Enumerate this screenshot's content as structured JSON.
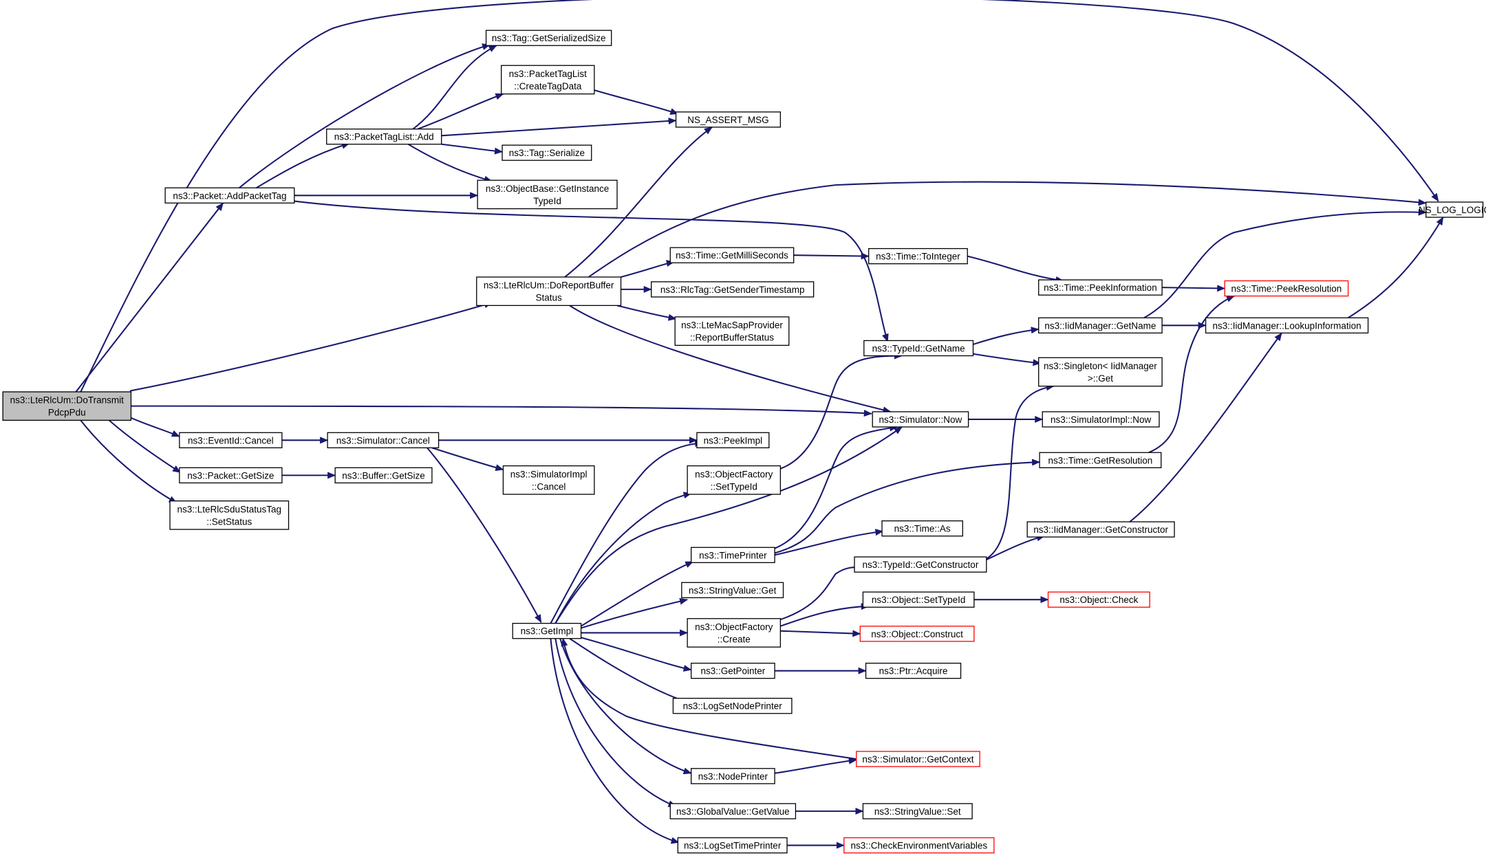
{
  "diagram": {
    "colors": {
      "edge": "#191970",
      "root_fill": "#bfbfbf",
      "node_fill": "#ffffff",
      "node_border": "#000000",
      "truncated_border": "#ff0000"
    },
    "nodes": [
      {
        "id": "root",
        "lines": [
          "ns3::LteRlcUm::DoTransmit",
          "PdcpPdu"
        ],
        "kind": "root"
      },
      {
        "id": "addpackettag",
        "lines": [
          "ns3::Packet::AddPacketTag"
        ]
      },
      {
        "id": "tag_getser",
        "lines": [
          "ns3::Tag::GetSerializedSize"
        ]
      },
      {
        "id": "ptl_create",
        "lines": [
          "ns3::PacketTagList",
          "::CreateTagData"
        ]
      },
      {
        "id": "ptl_add",
        "lines": [
          "ns3::PacketTagList::Add"
        ]
      },
      {
        "id": "ns_assert",
        "lines": [
          "NS_ASSERT_MSG"
        ]
      },
      {
        "id": "tag_serialize",
        "lines": [
          "ns3::Tag::Serialize"
        ]
      },
      {
        "id": "objbase_get",
        "lines": [
          "ns3::ObjectBase::GetInstance",
          "TypeId"
        ]
      },
      {
        "id": "ns_log_logic",
        "lines": [
          "NS_LOG_LOGIC"
        ]
      },
      {
        "id": "report_buf",
        "lines": [
          "ns3::LteRlcUm::DoReportBuffer",
          "Status"
        ]
      },
      {
        "id": "time_getms",
        "lines": [
          "ns3::Time::GetMilliSeconds"
        ]
      },
      {
        "id": "time_toint",
        "lines": [
          "ns3::Time::ToInteger"
        ]
      },
      {
        "id": "time_peekinfo",
        "lines": [
          "ns3::Time::PeekInformation"
        ]
      },
      {
        "id": "time_peekres",
        "lines": [
          "ns3::Time::PeekResolution"
        ],
        "kind": "trunc"
      },
      {
        "id": "rlctag",
        "lines": [
          "ns3::RlcTag::GetSenderTimestamp"
        ]
      },
      {
        "id": "ltemacsap",
        "lines": [
          "ns3::LteMacSapProvider",
          "::ReportBufferStatus"
        ]
      },
      {
        "id": "typeid_getname",
        "lines": [
          "ns3::TypeId::GetName"
        ]
      },
      {
        "id": "iid_getname",
        "lines": [
          "ns3::IidManager::GetName"
        ]
      },
      {
        "id": "iid_lookup",
        "lines": [
          "ns3::IidManager::LookupInformation"
        ]
      },
      {
        "id": "singleton",
        "lines": [
          "ns3::Singleton< IidManager",
          ">::Get"
        ]
      },
      {
        "id": "sim_now",
        "lines": [
          "ns3::Simulator::Now"
        ]
      },
      {
        "id": "simimpl_now",
        "lines": [
          "ns3::SimulatorImpl::Now"
        ]
      },
      {
        "id": "eventid_cancel",
        "lines": [
          "ns3::EventId::Cancel"
        ]
      },
      {
        "id": "sim_cancel",
        "lines": [
          "ns3::Simulator::Cancel"
        ]
      },
      {
        "id": "peekimpl",
        "lines": [
          "ns3::PeekImpl"
        ]
      },
      {
        "id": "packet_getsize",
        "lines": [
          "ns3::Packet::GetSize"
        ]
      },
      {
        "id": "buffer_getsize",
        "lines": [
          "ns3::Buffer::GetSize"
        ]
      },
      {
        "id": "simimpl_cancel",
        "lines": [
          "ns3::SimulatorImpl",
          "::Cancel"
        ]
      },
      {
        "id": "sdu_status",
        "lines": [
          "ns3::LteRlcSduStatusTag",
          "::SetStatus"
        ]
      },
      {
        "id": "objfac_settypeid",
        "lines": [
          "ns3::ObjectFactory",
          "::SetTypeId"
        ]
      },
      {
        "id": "time_getres",
        "lines": [
          "ns3::Time::GetResolution"
        ]
      },
      {
        "id": "timeprinter",
        "lines": [
          "ns3::TimePrinter"
        ]
      },
      {
        "id": "time_as",
        "lines": [
          "ns3::Time::As"
        ]
      },
      {
        "id": "iid_getctor",
        "lines": [
          "ns3::IidManager::GetConstructor"
        ]
      },
      {
        "id": "typeid_getctor",
        "lines": [
          "ns3::TypeId::GetConstructor"
        ]
      },
      {
        "id": "stringvalue_get",
        "lines": [
          "ns3::StringValue::Get"
        ]
      },
      {
        "id": "object_settypeid",
        "lines": [
          "ns3::Object::SetTypeId"
        ]
      },
      {
        "id": "object_check",
        "lines": [
          "ns3::Object::Check"
        ],
        "kind": "trunc"
      },
      {
        "id": "getimpl",
        "lines": [
          "ns3::GetImpl"
        ]
      },
      {
        "id": "objfac_create",
        "lines": [
          "ns3::ObjectFactory",
          "::Create"
        ]
      },
      {
        "id": "object_construct",
        "lines": [
          "ns3::Object::Construct"
        ],
        "kind": "trunc"
      },
      {
        "id": "getpointer",
        "lines": [
          "ns3::GetPointer"
        ]
      },
      {
        "id": "ptr_acquire",
        "lines": [
          "ns3::Ptr::Acquire"
        ]
      },
      {
        "id": "logsetnodeprinter",
        "lines": [
          "ns3::LogSetNodePrinter"
        ]
      },
      {
        "id": "sim_getcontext",
        "lines": [
          "ns3::Simulator::GetContext"
        ],
        "kind": "trunc"
      },
      {
        "id": "nodeprinter",
        "lines": [
          "ns3::NodePrinter"
        ]
      },
      {
        "id": "gv_getvalue",
        "lines": [
          "ns3::GlobalValue::GetValue"
        ]
      },
      {
        "id": "stringvalue_set",
        "lines": [
          "ns3::StringValue::Set"
        ]
      },
      {
        "id": "logsettimeprinter",
        "lines": [
          "ns3::LogSetTimePrinter"
        ]
      },
      {
        "id": "checkenv",
        "lines": [
          "ns3::CheckEnvironmentVariables"
        ],
        "kind": "trunc"
      }
    ]
  }
}
